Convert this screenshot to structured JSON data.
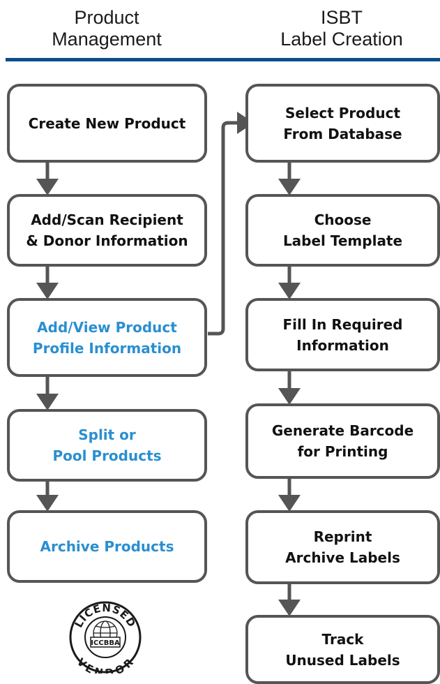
{
  "headers": {
    "left": [
      "Product",
      "Management"
    ],
    "right": [
      "ISBT",
      "Label Creation"
    ]
  },
  "colors": {
    "rule": "#0b4f8a",
    "box_border": "#555555",
    "arrow": "#555555",
    "text_dark": "#111111",
    "text_blue": "#2a8fd0"
  },
  "left_column": [
    {
      "lines": [
        "Create New Product"
      ],
      "style": "dark"
    },
    {
      "lines": [
        "Add/Scan Recipient",
        "& Donor Information"
      ],
      "style": "dark"
    },
    {
      "lines": [
        "Add/View Product",
        "Profile Information"
      ],
      "style": "blue"
    },
    {
      "lines": [
        "Split or",
        "Pool Products"
      ],
      "style": "blue"
    },
    {
      "lines": [
        "Archive Products"
      ],
      "style": "blue"
    }
  ],
  "right_column": [
    {
      "lines": [
        "Select Product",
        "From Database"
      ],
      "style": "dark"
    },
    {
      "lines": [
        "Choose",
        "Label Template"
      ],
      "style": "dark"
    },
    {
      "lines": [
        "Fill In Required",
        "Information"
      ],
      "style": "dark"
    },
    {
      "lines": [
        "Generate Barcode",
        "for Printing"
      ],
      "style": "dark"
    },
    {
      "lines": [
        "Reprint",
        "Archive Labels"
      ],
      "style": "dark"
    },
    {
      "lines": [
        "Track",
        "Unused Labels"
      ],
      "style": "dark"
    }
  ],
  "seal": {
    "top_text": "LICENSED",
    "center_text": "ICCBBA",
    "bottom_text": "VENDOR",
    "icon": "globe-icon"
  }
}
